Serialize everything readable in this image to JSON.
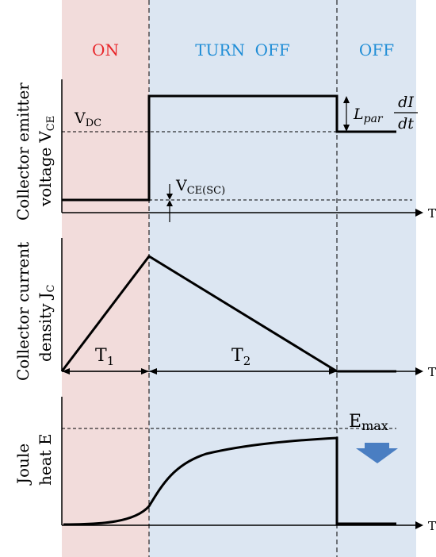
{
  "phases": {
    "on": "ON",
    "turn_off": "TURN  OFF",
    "off": "OFF"
  },
  "axes": {
    "voltage_ylabel_line1": "Collector emitter",
    "voltage_ylabel_line2": "voltage",
    "voltage_ylabel_symbol": "V",
    "voltage_ylabel_sub": "CE",
    "current_ylabel_line1": "Collector current",
    "current_ylabel_line2": "density",
    "current_ylabel_symbol": "J",
    "current_ylabel_sub": "C",
    "heat_ylabel_line1": "Joule",
    "heat_ylabel_line2": "heat E",
    "time_label": "T"
  },
  "annotations": {
    "vdc_symbol": "V",
    "vdc_sub": "DC",
    "vce_sc_symbol": "V",
    "vce_sc_sub": "CE(SC)",
    "lpar_symbol": "L",
    "lpar_sub": "par",
    "didt_num": "dI",
    "didt_den": "dt",
    "t1_symbol": "T",
    "t1_sub": "1",
    "t2_symbol": "T",
    "t2_sub": "2",
    "emax_symbol": "E",
    "emax_sub": "max"
  },
  "colors": {
    "on_bg": "#f2dcdb",
    "turnoff_bg": "#dce6f2",
    "off_bg": "#dce6f2",
    "on_text": "#e8262a",
    "blue_text": "#1f8dd6",
    "arrow_blue": "#4a7ec2",
    "line": "#000000"
  }
}
